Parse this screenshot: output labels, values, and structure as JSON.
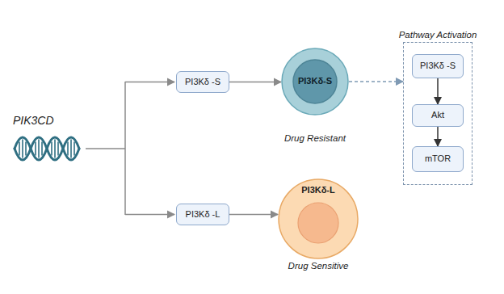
{
  "diagram": {
    "nodes": [
      {
        "text": [
          "PI3Kδ -S"
        ]
      },
      {
        "text": [
          "Drug Resistant"
        ]
      },
      {
        "text": [
          "PI3Kδ-S"
        ],
        "in": 1
      },
      {
        "text": [
          "Pathway Activation"
        ]
      },
      {
        "text": [
          "PI3Kδ -S"
        ],
        "in": 3
      },
      {
        "text": [
          "Akt"
        ],
        "in": 3
      },
      {
        "text": [
          "mTOR"
        ],
        "in": 3
      },
      {
        "text": [
          "PI3Kδ -L"
        ]
      },
      {
        "text": [
          "PI3Kδ-L",
          "Drug Sensitive"
        ]
      }
    ],
    "edges": [
      {
        "from": 0,
        "to": 1,
        "arrow": "to"
      },
      {
        "from": 1,
        "to": 3,
        "arrow": "to"
      },
      {
        "from": 4,
        "to": 5,
        "arrow": "to"
      },
      {
        "from": 5,
        "to": 6,
        "arrow": "to"
      },
      {
        "from": 7,
        "to": 8,
        "arrow": "to"
      }
    ],
    "labels": [
      "PIK3CD"
    ]
  }
}
